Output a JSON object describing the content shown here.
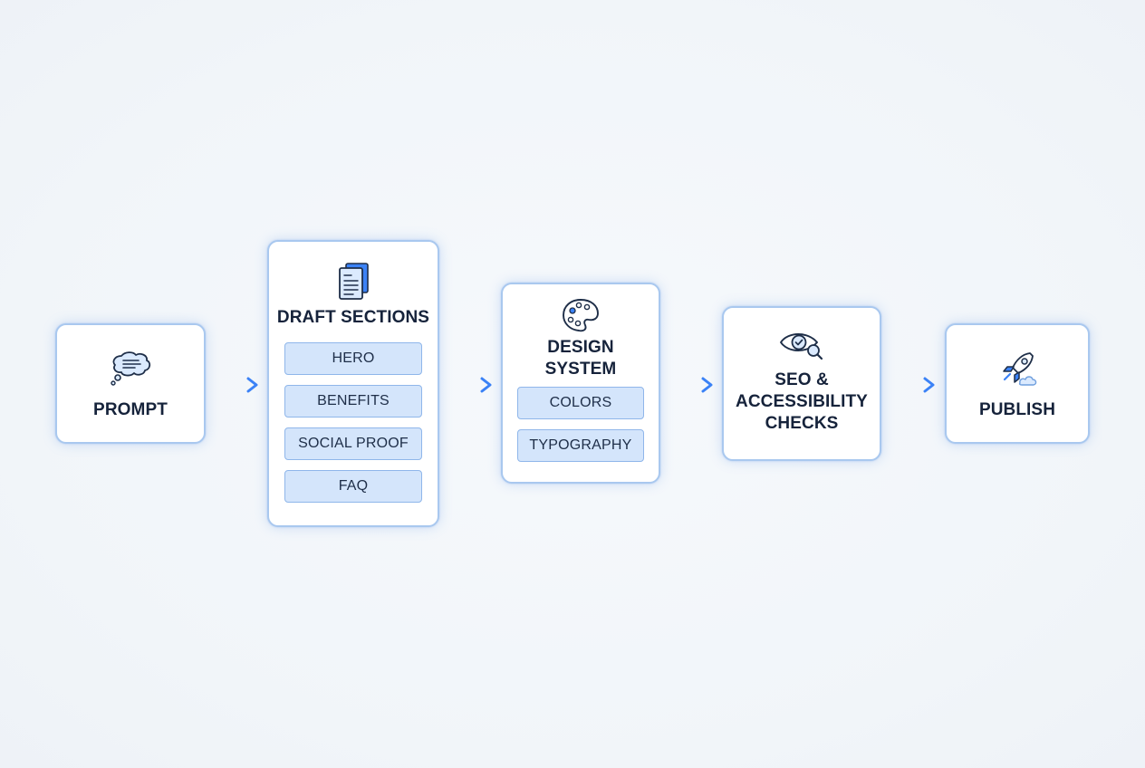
{
  "diagram": {
    "accent_color": "#3b82f6",
    "border_color": "#a9c8ef",
    "pill_fill": "#d4e5fb",
    "steps": [
      {
        "title": "PROMPT",
        "icon": "thought-bubble-icon"
      },
      {
        "title": "DRAFT SECTIONS",
        "icon": "documents-icon",
        "items": [
          "HERO",
          "BENEFITS",
          "SOCIAL PROOF",
          "FAQ"
        ]
      },
      {
        "title_lines": [
          "DESIGN",
          "SYSTEM"
        ],
        "icon": "palette-icon",
        "items": [
          "COLORS",
          "TYPOGRAPHY"
        ]
      },
      {
        "title_lines": [
          "SEO &",
          "ACCESSIBILITY",
          "CHECKS"
        ],
        "icon": "eye-magnifier-icon"
      },
      {
        "title": "PUBLISH",
        "icon": "rocket-icon"
      }
    ]
  }
}
